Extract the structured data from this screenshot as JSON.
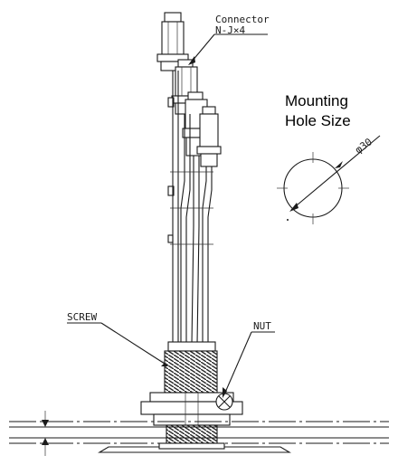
{
  "labels": {
    "connector_title": "Connector",
    "connector_spec": "N-J×4",
    "mounting_line1": "Mounting",
    "mounting_line2": "Hole Size",
    "hole_dimension": "φ30",
    "screw": "SCREW",
    "nut": "NUT"
  },
  "colors": {
    "line": "#1a1a1a",
    "background": "#ffffff",
    "thread": "#2a2a2a"
  }
}
